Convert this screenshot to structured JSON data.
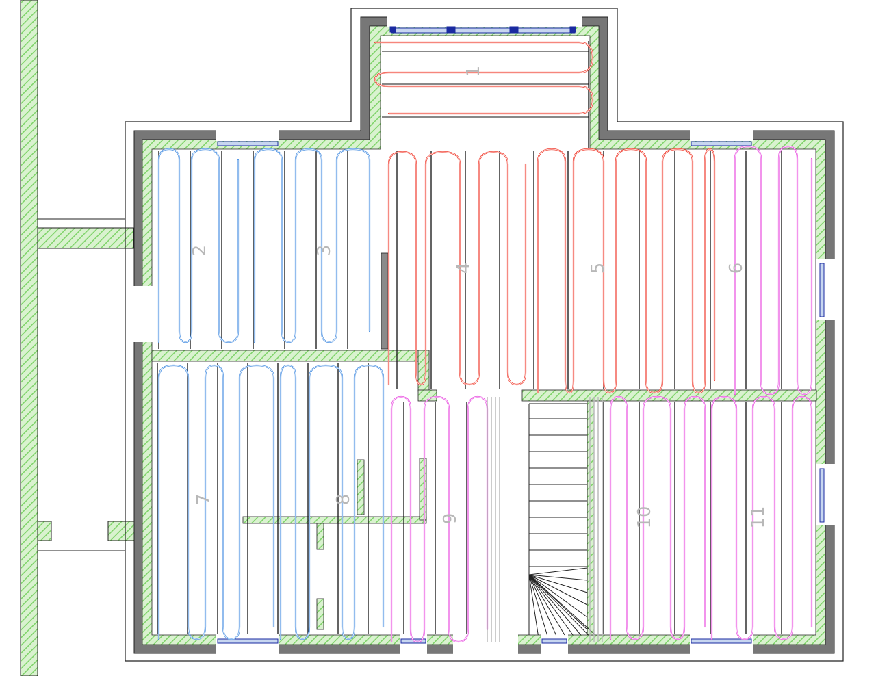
{
  "colors": {
    "hatch": "#7fd36a",
    "hatch_bg": "#d9f2cf",
    "wall_dark": "#777777",
    "outline": "#222222",
    "joist": "#111111",
    "pipe_blue": "#4a90e2",
    "pipe_red": "#f03c2e",
    "pipe_magenta": "#e84ce0",
    "window": "#c7d6f0",
    "window_frame": "#1a2aa0",
    "label": "#b8b8b8"
  },
  "zones": [
    {
      "id": "1",
      "label": "1",
      "circuit": "red"
    },
    {
      "id": "2",
      "label": "2",
      "circuit": "blue"
    },
    {
      "id": "3",
      "label": "3",
      "circuit": "blue"
    },
    {
      "id": "4",
      "label": "4",
      "circuit": "red"
    },
    {
      "id": "5",
      "label": "5",
      "circuit": "red"
    },
    {
      "id": "6",
      "label": "6",
      "circuit": "magenta"
    },
    {
      "id": "7",
      "label": "7",
      "circuit": "blue"
    },
    {
      "id": "8",
      "label": "8",
      "circuit": "blue"
    },
    {
      "id": "9",
      "label": "9",
      "circuit": "magenta"
    },
    {
      "id": "10",
      "label": "10",
      "circuit": "magenta"
    },
    {
      "id": "11",
      "label": "11",
      "circuit": "magenta"
    }
  ]
}
